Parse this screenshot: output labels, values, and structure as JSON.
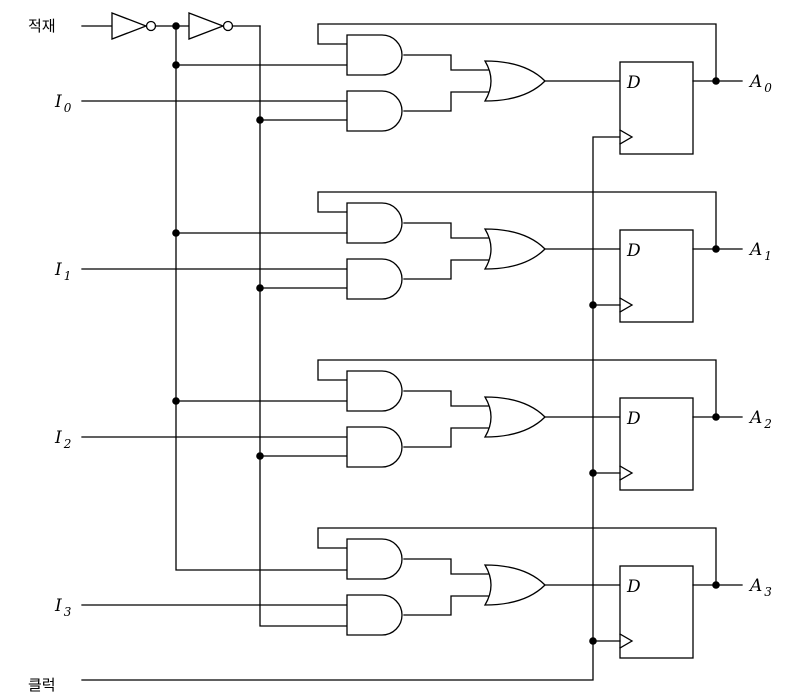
{
  "diagram": {
    "load_label": "적재",
    "clock_label": "클럭",
    "inputs": [
      {
        "letter": "I",
        "index": "0"
      },
      {
        "letter": "I",
        "index": "1"
      },
      {
        "letter": "I",
        "index": "2"
      },
      {
        "letter": "I",
        "index": "3"
      }
    ],
    "outputs": [
      {
        "letter": "A",
        "index": "0"
      },
      {
        "letter": "A",
        "index": "1"
      },
      {
        "letter": "A",
        "index": "2"
      },
      {
        "letter": "A",
        "index": "3"
      }
    ],
    "ff_label": "D"
  }
}
